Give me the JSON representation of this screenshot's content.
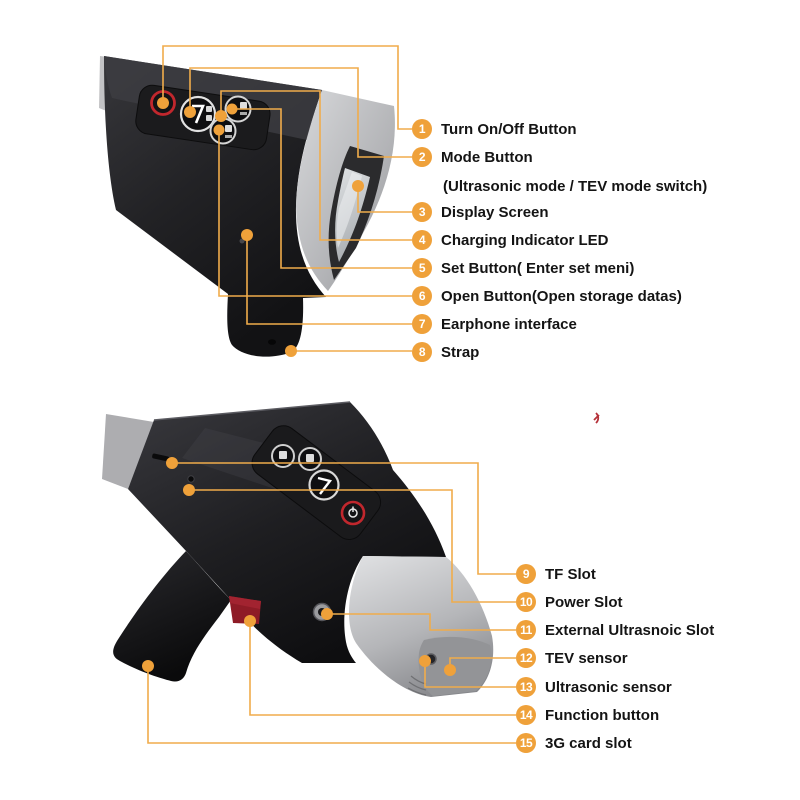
{
  "figure": {
    "title_hidden": "",
    "accent_color": "#EFA13A",
    "line_color": "#F0AC4B",
    "top_view": {
      "name": "handheld detector - rear top view",
      "callouts": [
        {
          "num": "1",
          "label": "Turn On/Off Button"
        },
        {
          "num": "2",
          "label": "Mode Button",
          "sublabel": "(Ultrasonic mode / TEV mode switch)"
        },
        {
          "num": "3",
          "label": "Display Screen"
        },
        {
          "num": "4",
          "label": "Charging Indicator LED"
        },
        {
          "num": "5",
          "label": "Set Button( Enter set meni)"
        },
        {
          "num": "6",
          "label": "Open Button(Open storage datas)"
        },
        {
          "num": "7",
          "label": "Earphone interface"
        },
        {
          "num": "8",
          "label": "Strap"
        }
      ]
    },
    "bottom_view": {
      "name": "handheld detector - side bottom view",
      "callouts": [
        {
          "num": "9",
          "label": "TF Slot"
        },
        {
          "num": "10",
          "label": "Power Slot"
        },
        {
          "num": "11",
          "label": "External Ultrasnoic Slot"
        },
        {
          "num": "12",
          "label": "TEV sensor"
        },
        {
          "num": "13",
          "label": "Ultrasonic sensor"
        },
        {
          "num": "14",
          "label": "Function button"
        },
        {
          "num": "15",
          "label": "3G card slot"
        }
      ]
    }
  }
}
